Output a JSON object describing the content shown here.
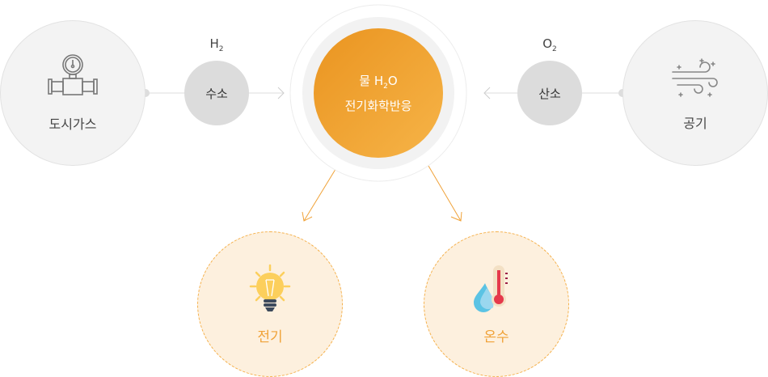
{
  "inputs": [
    {
      "label": "도시가스",
      "icon": "gas-meter-pipe-icon"
    },
    {
      "label": "공기",
      "icon": "wind-air-icon"
    }
  ],
  "gases": [
    {
      "label": "수소",
      "formula": "H",
      "subscript": "2"
    },
    {
      "label": "산소",
      "formula": "O",
      "subscript": "2"
    }
  ],
  "center": {
    "line1_prefix": "물 H",
    "line1_sub": "2",
    "line1_suffix": "O",
    "line2": "전기화학반응"
  },
  "outputs": [
    {
      "label": "전기",
      "icon": "light-bulb-icon"
    },
    {
      "label": "온수",
      "icon": "water-thermometer-icon"
    }
  ],
  "colors": {
    "accent": "#f0a238",
    "orange_dark": "#ea9420",
    "orange_light": "#f6b448",
    "gray": "#dcdcdc"
  }
}
